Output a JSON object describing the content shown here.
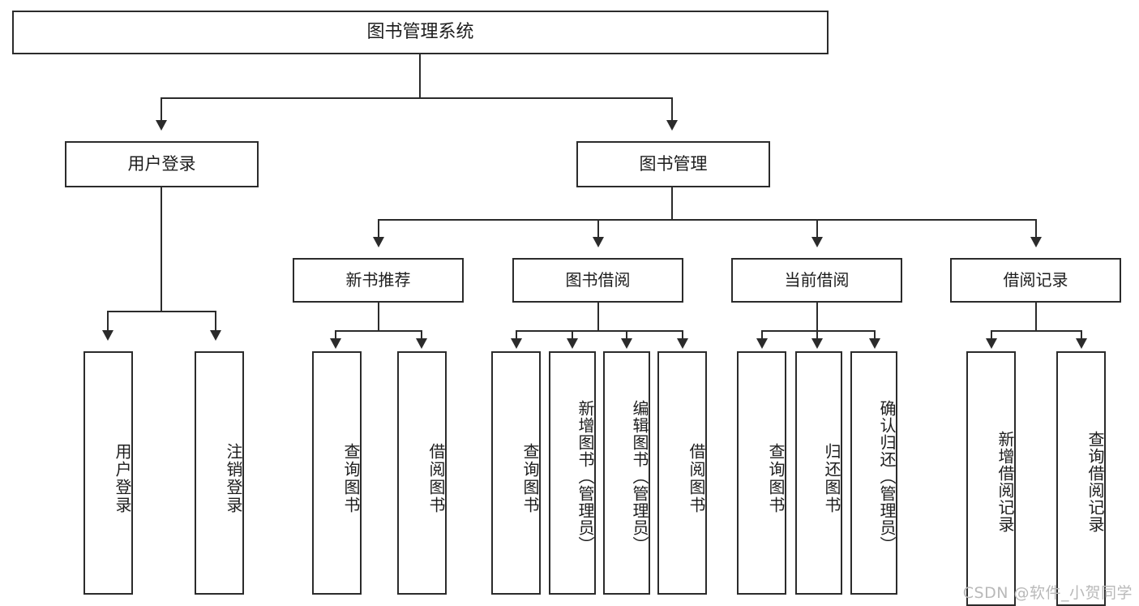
{
  "diagram": {
    "title": "图书管理系统",
    "type": "tree",
    "root": {
      "id": "root",
      "label": "图书管理系统"
    },
    "level2": [
      {
        "id": "user-login",
        "label": "用户登录"
      },
      {
        "id": "book-manage",
        "label": "图书管理"
      }
    ],
    "level3": [
      {
        "id": "new-book-rec",
        "label": "新书推荐",
        "parent": "book-manage"
      },
      {
        "id": "book-borrow",
        "label": "图书借阅",
        "parent": "book-manage"
      },
      {
        "id": "current-borrow",
        "label": "当前借阅",
        "parent": "book-manage"
      },
      {
        "id": "borrow-record",
        "label": "借阅记录",
        "parent": "book-manage"
      }
    ],
    "leaves": [
      {
        "id": "leaf-user-login",
        "label": "用户登录",
        "parent": "user-login"
      },
      {
        "id": "leaf-logout",
        "label": "注销登录",
        "parent": "user-login"
      },
      {
        "id": "leaf-query-book-1",
        "label": "查询图书",
        "parent": "new-book-rec"
      },
      {
        "id": "leaf-borrow-book-1",
        "label": "借阅图书",
        "parent": "new-book-rec"
      },
      {
        "id": "leaf-query-book-2",
        "label": "查询图书",
        "parent": "book-borrow"
      },
      {
        "id": "leaf-add-book",
        "label": "新增图书（管理员）",
        "parent": "book-borrow"
      },
      {
        "id": "leaf-edit-book",
        "label": "编辑图书（管理员）",
        "parent": "book-borrow"
      },
      {
        "id": "leaf-borrow-book-2",
        "label": "借阅图书",
        "parent": "book-borrow"
      },
      {
        "id": "leaf-query-book-3",
        "label": "查询图书",
        "parent": "current-borrow"
      },
      {
        "id": "leaf-return-book",
        "label": "归还图书",
        "parent": "current-borrow"
      },
      {
        "id": "leaf-confirm-return",
        "label": "确认归还（管理员）",
        "parent": "current-borrow"
      },
      {
        "id": "leaf-add-record",
        "label": "新增借阅记录",
        "parent": "borrow-record"
      },
      {
        "id": "leaf-query-record",
        "label": "查询借阅记录",
        "parent": "borrow-record"
      }
    ]
  },
  "watermark": {
    "text": "CSDN @软件_小贺同学"
  },
  "colors": {
    "stroke": "#2b2b2b",
    "fill": "#ffffff",
    "text": "#1d1d1d",
    "watermark": "#b9b9b9"
  }
}
